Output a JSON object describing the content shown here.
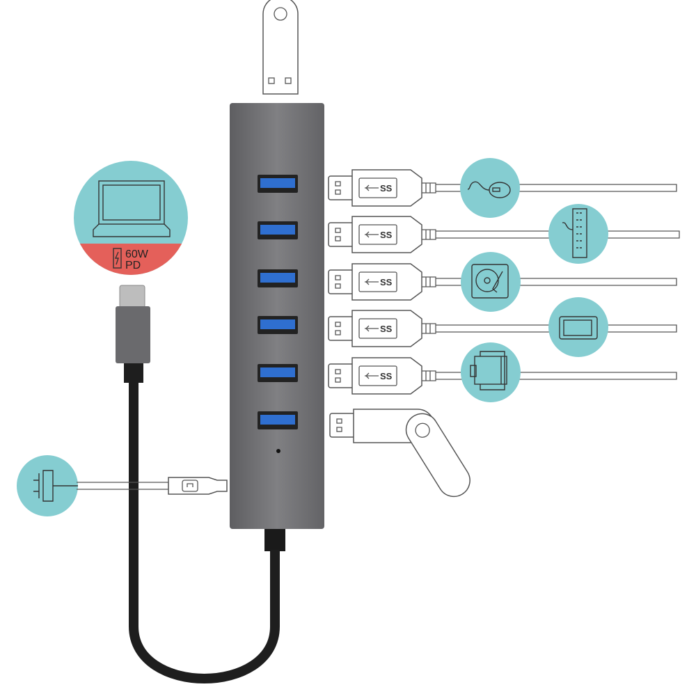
{
  "title": "7-port USB 3.0 hub connection diagram",
  "power_badge": {
    "wattage": "60W",
    "protocol": "PD"
  },
  "usb_logo_text": "SS",
  "devices": [
    "mouse",
    "keyboard",
    "hard-drive",
    "tablet",
    "printer",
    "flash-drive",
    "flash-drive"
  ],
  "colors": {
    "accent": "#85cdd1",
    "power": "#e4605a",
    "hub": "#707073",
    "port": "#2f6fd0"
  }
}
